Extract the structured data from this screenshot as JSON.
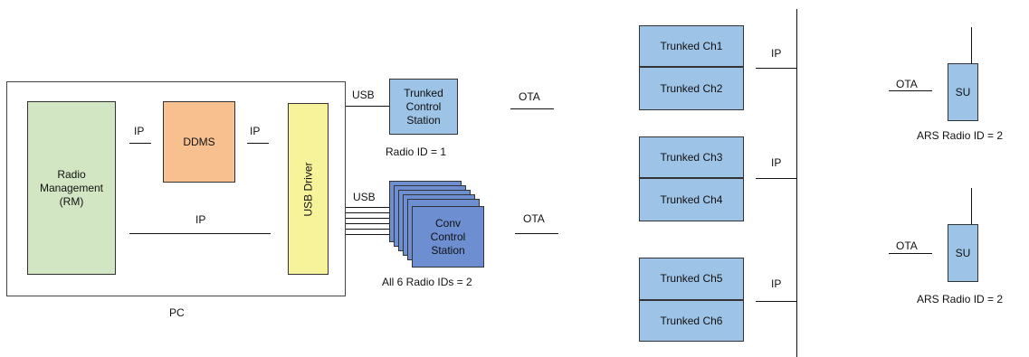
{
  "pc": {
    "label": "PC",
    "radio_management": "Radio Management (RM)",
    "ddms": "DDMS",
    "usb_driver": "USB Driver",
    "ip_rm_ddms": "IP",
    "ip_ddms_usb": "IP",
    "ip_rm_usb": "IP"
  },
  "trunked_cs": {
    "label": "Trunked Control Station",
    "usb": "USB",
    "ota": "OTA",
    "radio_id": "Radio ID = 1"
  },
  "conv_cs": {
    "label": "Conv Control Station",
    "usb": "USB",
    "ota": "OTA",
    "radio_ids": "All 6 Radio IDs = 2"
  },
  "channels": {
    "groups": [
      {
        "ch_a": "Trunked Ch1",
        "ch_b": "Trunked Ch2",
        "ip": "IP"
      },
      {
        "ch_a": "Trunked Ch3",
        "ch_b": "Trunked Ch4",
        "ip": "IP"
      },
      {
        "ch_a": "Trunked Ch5",
        "ch_b": "Trunked Ch6",
        "ip": "IP"
      }
    ]
  },
  "subscribers": [
    {
      "label": "SU",
      "ota": "OTA",
      "ars": "ARS Radio ID = 2"
    },
    {
      "label": "SU",
      "ota": "OTA",
      "ars": "ARS Radio ID = 2"
    }
  ],
  "colors": {
    "radio_management": "#d3e6c4",
    "ddms": "#f7c08e",
    "usb_driver": "#f6f39a",
    "trunked": "#9dc3e6",
    "conv": "#6d8ed1"
  }
}
